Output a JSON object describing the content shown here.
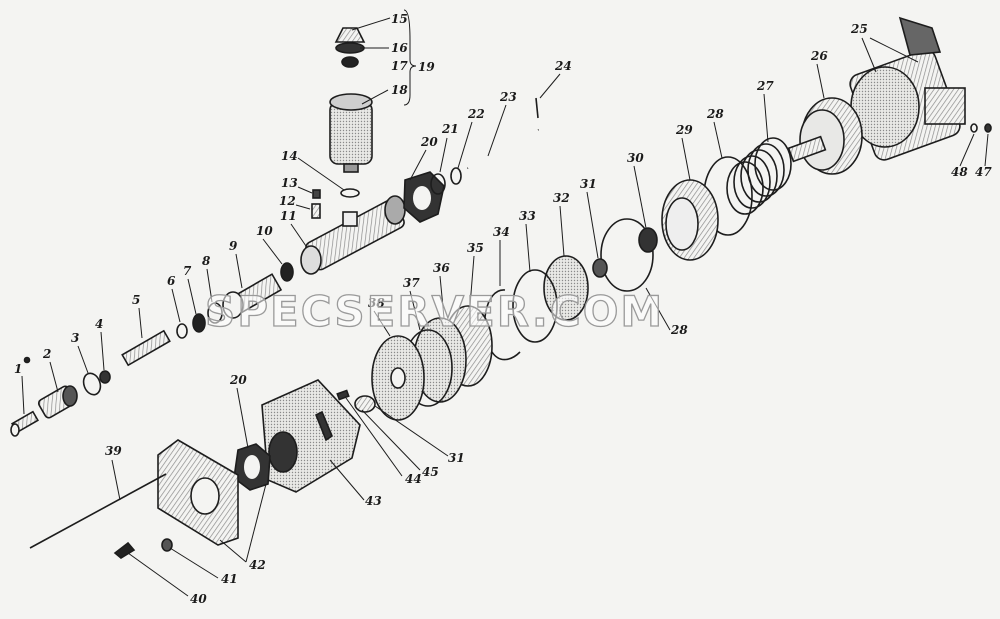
{
  "watermark": "SPECSERVER.COM",
  "colors": {
    "ink": "#1d1d1d",
    "paper": "#f4f4f2",
    "shade": "#9b9b9b",
    "watermark_outline": "#9a9a9a"
  },
  "callouts": [
    {
      "id": "1",
      "label": "1"
    },
    {
      "id": "2",
      "label": "2"
    },
    {
      "id": "3",
      "label": "3"
    },
    {
      "id": "4",
      "label": "4"
    },
    {
      "id": "5",
      "label": "5"
    },
    {
      "id": "6",
      "label": "6"
    },
    {
      "id": "7",
      "label": "7"
    },
    {
      "id": "8",
      "label": "8"
    },
    {
      "id": "9",
      "label": "9"
    },
    {
      "id": "10",
      "label": "10"
    },
    {
      "id": "11",
      "label": "11"
    },
    {
      "id": "12",
      "label": "12"
    },
    {
      "id": "13",
      "label": "13"
    },
    {
      "id": "14",
      "label": "14"
    },
    {
      "id": "15",
      "label": "15"
    },
    {
      "id": "16",
      "label": "16"
    },
    {
      "id": "17",
      "label": "17"
    },
    {
      "id": "18",
      "label": "18"
    },
    {
      "id": "19",
      "label": "19"
    },
    {
      "id": "20a",
      "label": "20"
    },
    {
      "id": "20b",
      "label": "20"
    },
    {
      "id": "21",
      "label": "21"
    },
    {
      "id": "22",
      "label": "22"
    },
    {
      "id": "23",
      "label": "23"
    },
    {
      "id": "24",
      "label": "24"
    },
    {
      "id": "25",
      "label": "25"
    },
    {
      "id": "26",
      "label": "26"
    },
    {
      "id": "27",
      "label": "27"
    },
    {
      "id": "28a",
      "label": "28"
    },
    {
      "id": "28b",
      "label": "28"
    },
    {
      "id": "29",
      "label": "29"
    },
    {
      "id": "30",
      "label": "30"
    },
    {
      "id": "31a",
      "label": "31"
    },
    {
      "id": "31b",
      "label": "31"
    },
    {
      "id": "32",
      "label": "32"
    },
    {
      "id": "33",
      "label": "33"
    },
    {
      "id": "34",
      "label": "34"
    },
    {
      "id": "35",
      "label": "35"
    },
    {
      "id": "36",
      "label": "36"
    },
    {
      "id": "37",
      "label": "37"
    },
    {
      "id": "38",
      "label": "38"
    },
    {
      "id": "39",
      "label": "39"
    },
    {
      "id": "40",
      "label": "40"
    },
    {
      "id": "41",
      "label": "41"
    },
    {
      "id": "42",
      "label": "42"
    },
    {
      "id": "43",
      "label": "43"
    },
    {
      "id": "44",
      "label": "44"
    },
    {
      "id": "45",
      "label": "45"
    },
    {
      "id": "47",
      "label": "47"
    },
    {
      "id": "48",
      "label": "48"
    }
  ]
}
